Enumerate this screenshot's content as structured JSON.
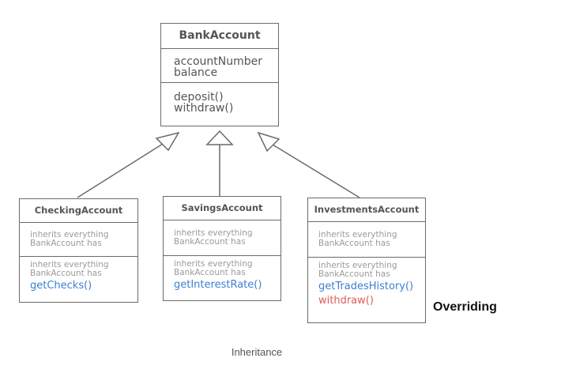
{
  "base_class": {
    "name": "BankAccount",
    "attributes": [
      "accountNumber",
      "balance"
    ],
    "methods": [
      "deposit()",
      "withdraw()"
    ]
  },
  "checking": {
    "name": "CheckingAccount",
    "inherit_note_1": [
      "inherits everything",
      "BankAccount has"
    ],
    "inherit_note_2": [
      "inherits everything",
      "BankAccount has"
    ],
    "method": "getChecks()"
  },
  "savings": {
    "name": "SavingsAccount",
    "inherit_note_1": [
      "inherits everything",
      "BankAccount has"
    ],
    "inherit_note_2": [
      "inherits everything",
      "BankAccount has"
    ],
    "method": "getInterestRate()"
  },
  "investments": {
    "name": "InvestmentsAccount",
    "inherit_note_1": [
      "inherits everything",
      "BankAccount has"
    ],
    "inherit_note_2": [
      "inherits everything",
      "BankAccount has"
    ],
    "method": "getTradesHistory()",
    "overridden_method": "withdraw()"
  },
  "annotation": "Overriding",
  "caption": "Inheritance",
  "colors": {
    "line": "#6b6b6b",
    "new_method": "#3d7fd6",
    "overridden_method": "#e05a5a"
  }
}
